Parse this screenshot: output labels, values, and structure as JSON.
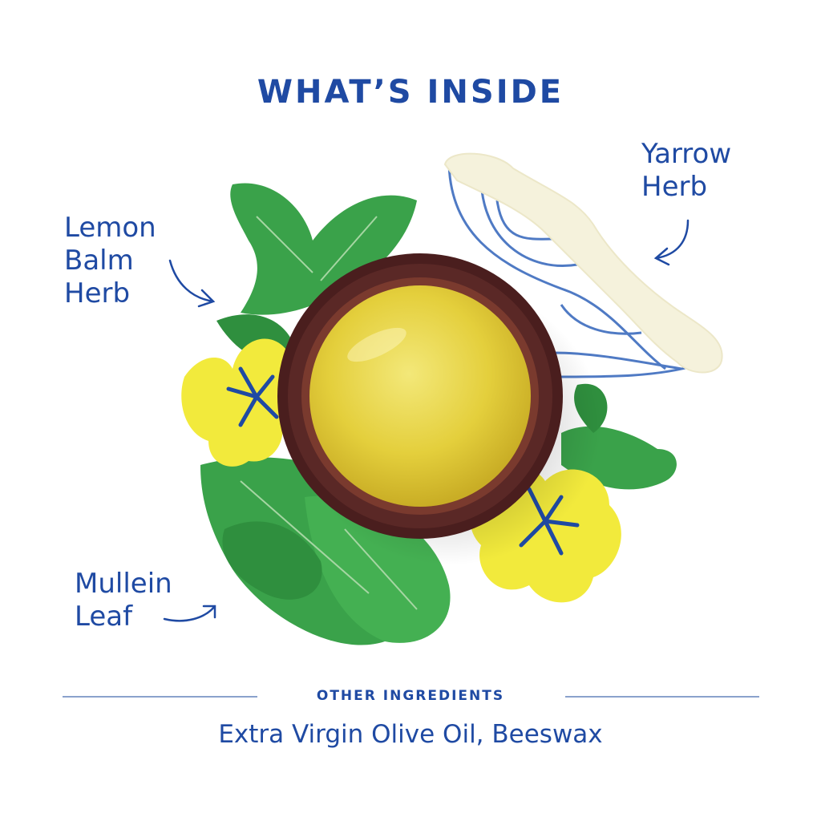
{
  "header": {
    "title": "WHAT’S INSIDE"
  },
  "ingredients": [
    {
      "name": "Lemon Balm Herb",
      "label": "Lemon\nBalm\nHerb"
    },
    {
      "name": "Yarrow Herb",
      "label": "Yarrow\nHerb"
    },
    {
      "name": "Mullein Leaf",
      "label": "Mullein\nLeaf"
    }
  ],
  "other_ingredients": {
    "heading": "OTHER INGREDIENTS",
    "list": "Extra Virgin Olive Oil, Beeswax"
  },
  "colors": {
    "text_blue": "#1f4aa3",
    "leaf_green": "#3aa24a",
    "flower_yellow": "#f2ea3c",
    "balm_yellow": "#e9d64a",
    "jar_brown": "#4a1e1e"
  }
}
